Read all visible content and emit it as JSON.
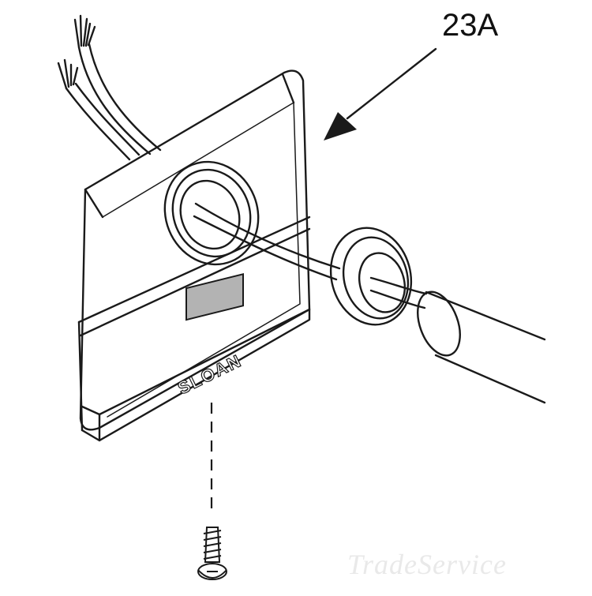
{
  "diagram": {
    "callout_label": "23A",
    "brand_text": "SLOAN",
    "watermark": "TradeService"
  },
  "colors": {
    "line": "#1a1a1a",
    "sensor_window": "#b3b3b3",
    "background": "#ffffff"
  }
}
